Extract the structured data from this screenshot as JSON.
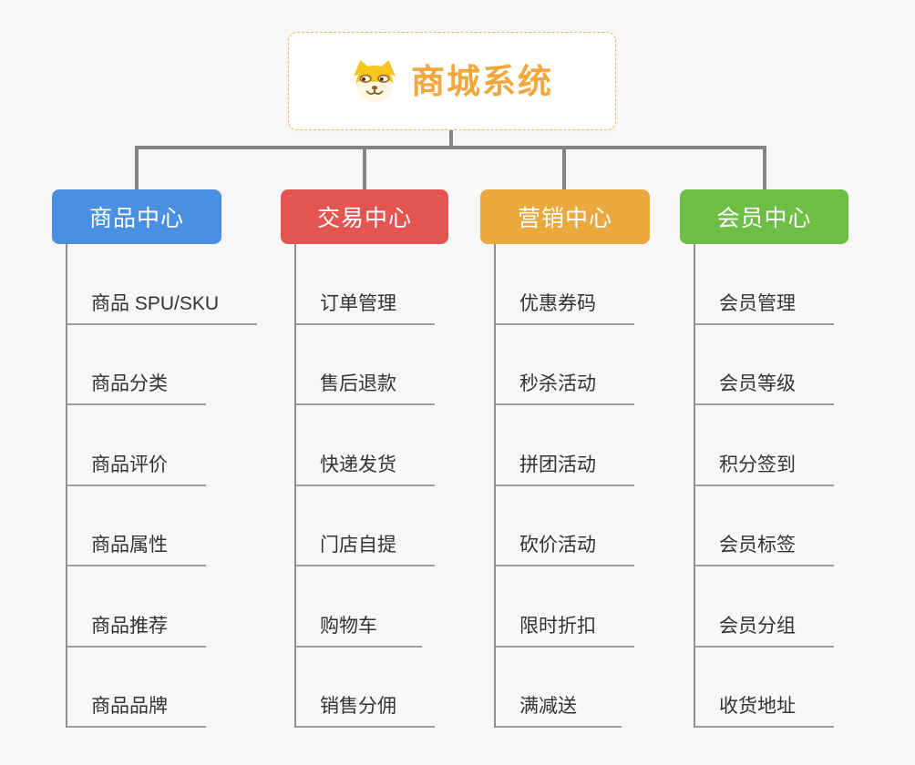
{
  "root": {
    "title": "商城系统",
    "icon": "shiba-dog-icon"
  },
  "branches": [
    {
      "label": "商品中心",
      "color": "#4a90e2",
      "items": [
        "商品 SPU/SKU",
        "商品分类",
        "商品评价",
        "商品属性",
        "商品推荐",
        "商品品牌"
      ]
    },
    {
      "label": "交易中心",
      "color": "#e45552",
      "items": [
        "订单管理",
        "售后退款",
        "快递发货",
        "门店自提",
        "购物车",
        "销售分佣"
      ]
    },
    {
      "label": "营销中心",
      "color": "#e9a93d",
      "items": [
        "优惠券码",
        "秒杀活动",
        "拼团活动",
        "砍价活动",
        "限时折扣",
        "满减送"
      ]
    },
    {
      "label": "会员中心",
      "color": "#6ebe45",
      "items": [
        "会员管理",
        "会员等级",
        "积分签到",
        "会员标签",
        "会员分组",
        "收货地址"
      ]
    }
  ],
  "colors": {
    "background": "#f7f7f7",
    "connector": "#858585",
    "item_text": "#333333",
    "root_accent": "#f1a73b"
  }
}
